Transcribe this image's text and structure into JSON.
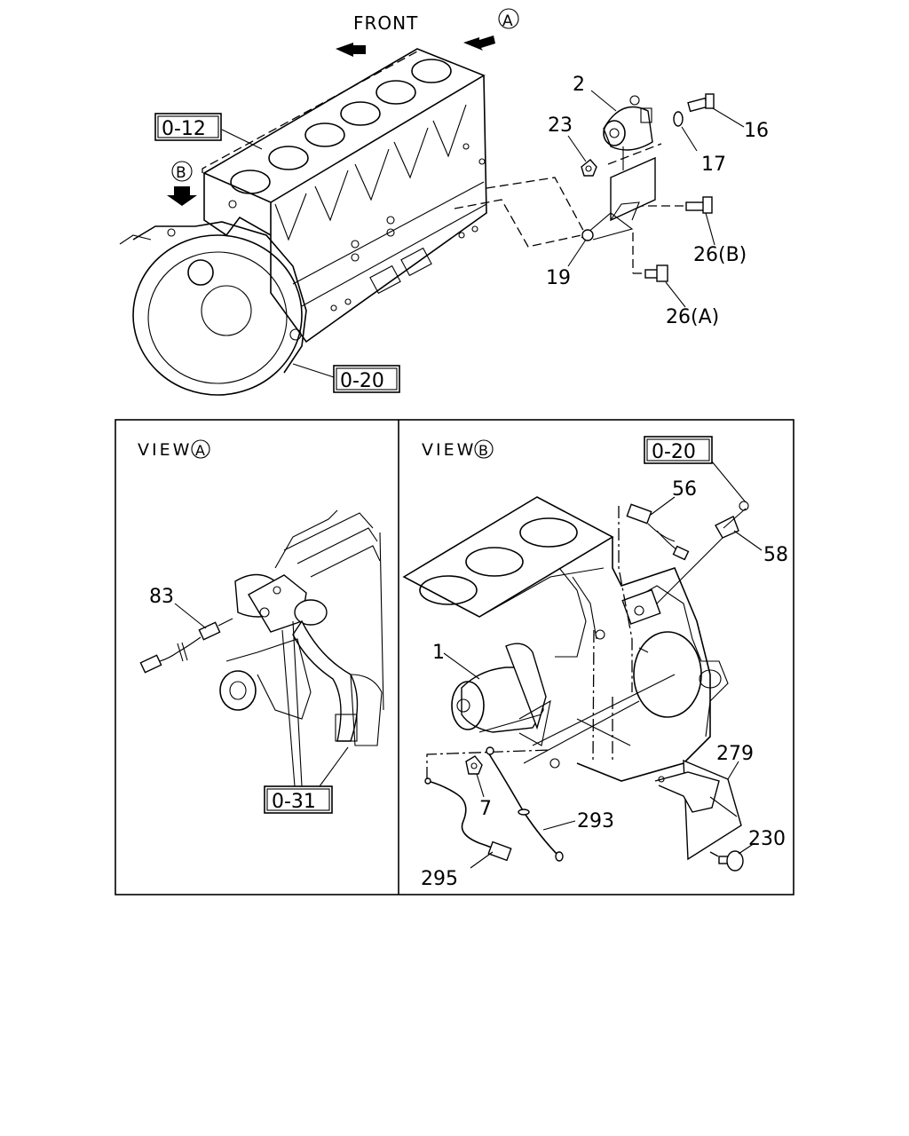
{
  "top": {
    "front_label": "FRONT",
    "marker_a": "A",
    "marker_b": "B",
    "refs": {
      "block": "0-12",
      "flywheel": "0-20"
    },
    "callouts": {
      "c2": "2",
      "c23": "23",
      "c16": "16",
      "c17": "17",
      "c19": "19",
      "c26b": "26(B)",
      "c26a": "26(A)"
    }
  },
  "view_a": {
    "title": "VIEW",
    "marker": "A",
    "callouts": {
      "c83": "83"
    },
    "ref": "0-31"
  },
  "view_b": {
    "title": "VIEW",
    "marker": "B",
    "ref": "0-20",
    "callouts": {
      "c56": "56",
      "c58": "58",
      "c1": "1",
      "c279": "279",
      "c7": "7",
      "c293": "293",
      "c230": "230",
      "c295": "295"
    }
  },
  "icons": [
    "front-arrow-icon",
    "view-arrow-a-icon",
    "view-arrow-b-icon"
  ],
  "colors": {
    "ink": "#000000",
    "paper": "#ffffff"
  }
}
